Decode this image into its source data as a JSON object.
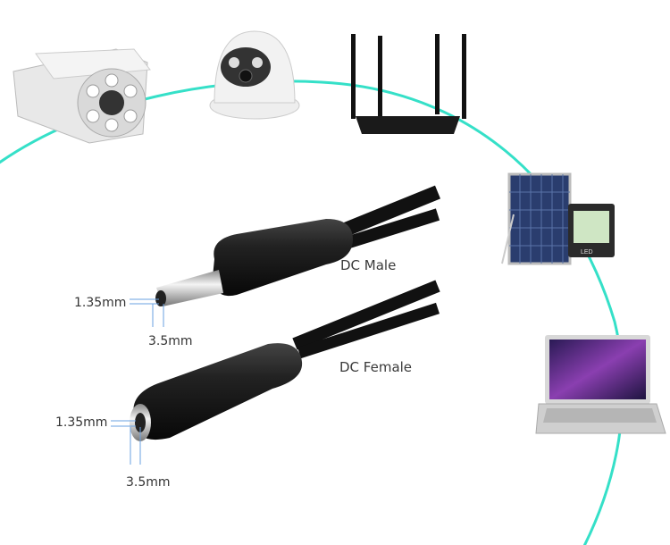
{
  "labels": {
    "male": "DC Male",
    "female": "DC Female",
    "male_inner": "1.35mm",
    "male_outer": "3.5mm",
    "female_inner": "1.35mm",
    "female_outer": "3.5mm"
  },
  "devices": {
    "floodlight_text": "LED"
  },
  "colors": {
    "arc": "#35e0c8",
    "dimension_lines": "#6aa0e0",
    "cable": "#1a1a1a"
  }
}
